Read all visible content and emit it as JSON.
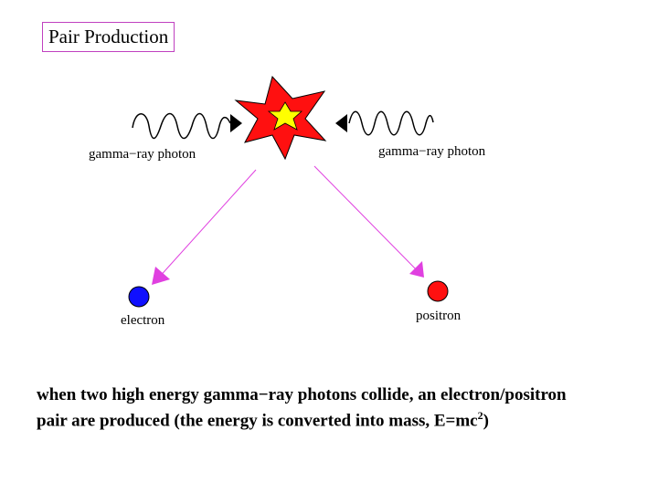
{
  "title": "Pair Production",
  "labels": {
    "photon_left": "gamma−ray photon",
    "photon_right": "gamma−ray photon",
    "electron": "electron",
    "positron": "positron"
  },
  "caption": {
    "line1": "when two high energy gamma−ray photons collide, an electron/positron",
    "line2_before": "pair are produced (the energy is converted into mass, E=mc",
    "superscript": "2",
    "line2_after": ")"
  },
  "colors": {
    "electron": "#1010ff",
    "positron": "#ff1010",
    "explosion_outer": "#ff1010",
    "explosion_inner": "#ffff00",
    "arrows": "#e040e0",
    "wave": "#000000"
  }
}
